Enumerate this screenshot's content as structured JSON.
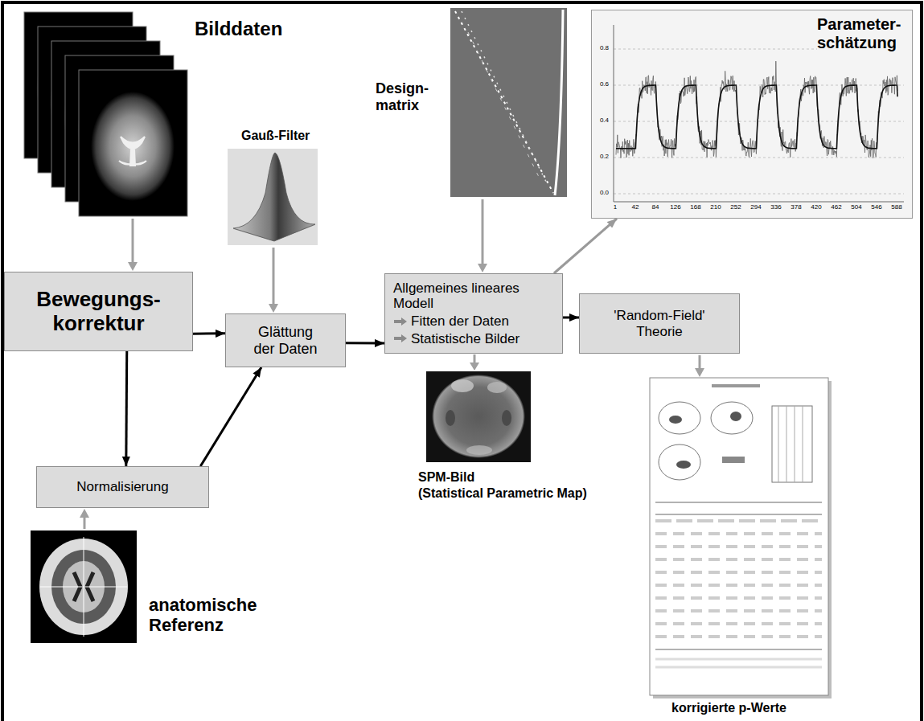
{
  "diagram": {
    "nodes": [
      {
        "text": [
          "Bewegungs- korrektur"
        ]
      },
      {
        "text": [
          "Normalisierung"
        ]
      },
      {
        "text": [
          "Glättung der Daten"
        ]
      },
      {
        "text": [
          "Allgemeines lineares Modell",
          "Fitten der Daten",
          "Statistische Bilder"
        ]
      },
      {
        "text": [
          "Parameter- schätzung"
        ]
      },
      {
        "text": [
          "'Random-Field' Theorie"
        ]
      }
    ],
    "edges": [
      {
        "from": 0,
        "to": 2,
        "arrow": "to"
      },
      {
        "from": 0,
        "to": 1,
        "arrow": "to"
      },
      {
        "from": 1,
        "to": 2,
        "arrow": "to"
      },
      {
        "from": 2,
        "to": 3,
        "arrow": "to"
      },
      {
        "from": 3,
        "to": 4,
        "arrow": "to"
      },
      {
        "from": 3,
        "to": 5,
        "arrow": "to"
      }
    ],
    "labels": [
      "Bilddaten",
      "Gauß-Filter",
      "Design- matrix",
      "0.8",
      "0.6",
      "0.4",
      "0.2",
      "0.0",
      "1",
      "42",
      "84",
      "126",
      "168",
      "210",
      "252",
      "294",
      "336",
      "378",
      "420",
      "462",
      "504",
      "546",
      "588",
      "SPM-Bild",
      "(Statistical Parametric Map)",
      "anatomische Referenz",
      "korrigierte p-Werte"
    ]
  }
}
